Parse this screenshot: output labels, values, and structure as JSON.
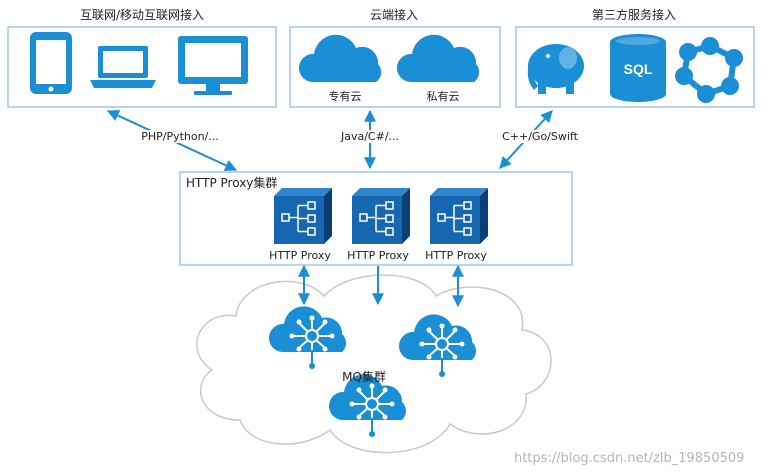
{
  "groups": {
    "internet": {
      "title": "互联网/移动互联网接入"
    },
    "cloud": {
      "title": "云端接入",
      "items": [
        "专有云",
        "私有云"
      ]
    },
    "third_party": {
      "title": "第三方服务接入",
      "sql_label": "SQL"
    }
  },
  "edges": {
    "left": "PHP/Python/...",
    "middle": "Java/C#/...",
    "right": "C++/Go/Swift"
  },
  "proxy_cluster": {
    "title": "HTTP Proxy集群",
    "nodes": [
      "HTTP Proxy",
      "HTTP Proxy",
      "HTTP Proxy"
    ]
  },
  "mq_cluster": {
    "title": "MQ集群"
  },
  "watermark": "https://blog.csdn.net/zlb_19850509",
  "colors": {
    "accent": "#1a8fd6",
    "box_border": "#9ec8e8",
    "cloud_border": "#c9c9c9",
    "proxy_dark": "#0f4c88",
    "proxy_mid": "#1766b0"
  }
}
